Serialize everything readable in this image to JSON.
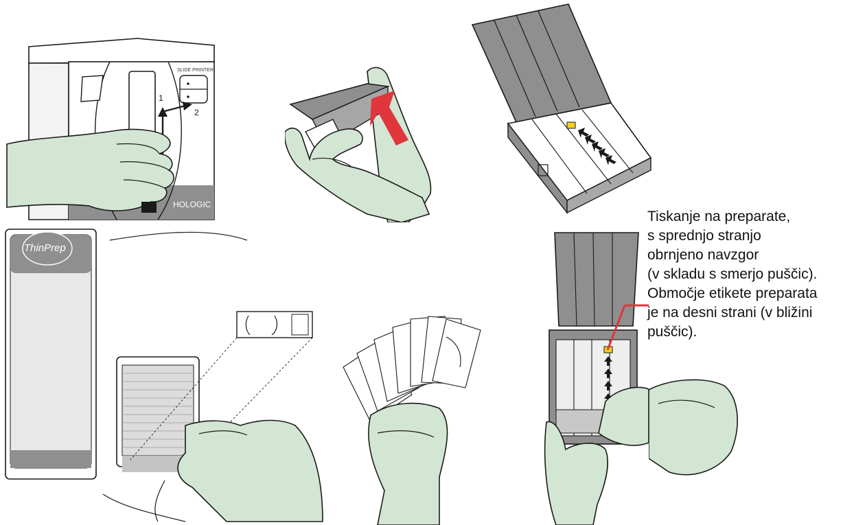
{
  "printer": {
    "panel_label": "SLIDE PRINTER",
    "brand": "HOLOGIC",
    "step_1": "1",
    "step_2": "2"
  },
  "slide_box": {
    "brand": "ThinPrep"
  },
  "caption": {
    "lines": [
      "Tiskanje na preparate,",
      "s sprednjo stranjo",
      "obrnjeno navzgor",
      "(v skladu s smerjo puščic).",
      "Območje etikete preparata",
      "je na desni strani (v bližini",
      "puščic)."
    ]
  },
  "colors": {
    "glove_fill": "#d3e6d3",
    "outline": "#1a1a1a",
    "cassette_gray": "#8f8f8f",
    "push_arrow_red": "#e0363c",
    "callout_red": "#e0363c",
    "label_yellow": "#f2d21b"
  }
}
